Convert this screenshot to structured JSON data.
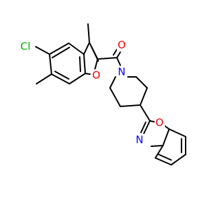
{
  "molecule": {
    "atom_labels": {
      "o_carbonyl": "O",
      "o_furan": "O",
      "n_piperidine": "N",
      "cl": "Cl",
      "n_oxazole": "N",
      "o_oxazole": "O"
    },
    "colors": {
      "bond": "#000000",
      "oxygen": "#ff0000",
      "nitrogen": "#0000ff",
      "chlorine": "#00aa00"
    }
  }
}
